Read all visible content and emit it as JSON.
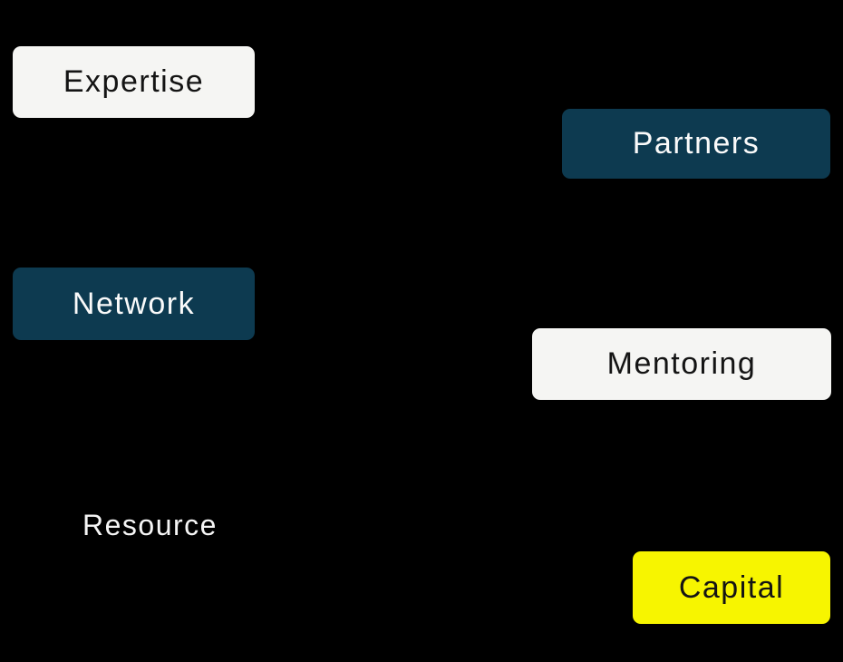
{
  "diagram": {
    "background_color": "#000000",
    "palette": {
      "navy": "#0d3a50",
      "light": "#f5f5f3",
      "yellow": "#f7f500",
      "text_dark": "#141414",
      "text_light": "#fafafa"
    },
    "nodes": [
      {
        "id": "expertise",
        "label": "Expertise",
        "shape": "rounded-box",
        "fill": "#f5f5f3",
        "text_color": "#141414"
      },
      {
        "id": "partners",
        "label": "Partners",
        "shape": "rounded-box",
        "fill": "#0d3a50",
        "text_color": "#fafafa"
      },
      {
        "id": "network",
        "label": "Network",
        "shape": "rounded-box",
        "fill": "#0d3a50",
        "text_color": "#fafafa"
      },
      {
        "id": "mentoring",
        "label": "Mentoring",
        "shape": "rounded-box",
        "fill": "#f5f5f3",
        "text_color": "#141414"
      },
      {
        "id": "resource",
        "label": "Resource",
        "shape": "plain-text",
        "fill": "none",
        "text_color": "#f5f5f5"
      },
      {
        "id": "capital",
        "label": "Capital",
        "shape": "rounded-box",
        "fill": "#f7f500",
        "text_color": "#141414"
      }
    ]
  }
}
